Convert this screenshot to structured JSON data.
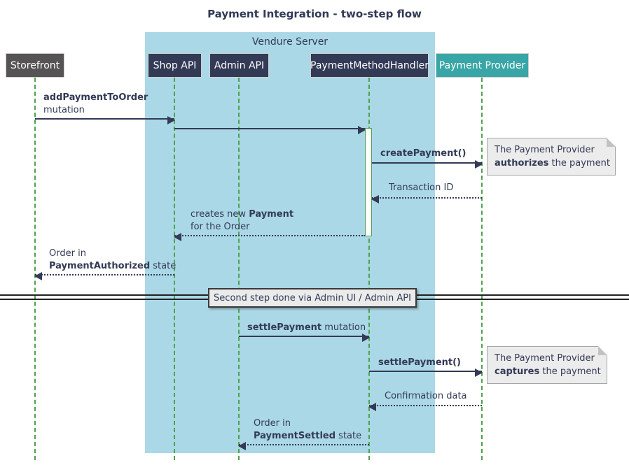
{
  "title": "Payment Integration - two-step flow",
  "colors": {
    "navy": "#333A56",
    "gray": "#555353",
    "teal": "#38A6A6",
    "lightblue": "#ABD8E6",
    "green": "#4EA24E",
    "noteBg": "#ECECEC"
  },
  "container": {
    "label": "Vendure Server"
  },
  "participants": [
    {
      "name": "Storefront"
    },
    {
      "name": "Shop API"
    },
    {
      "name": "Admin API"
    },
    {
      "name": "PaymentMethodHandler"
    },
    {
      "name": "Payment Provider"
    }
  ],
  "messages": {
    "m1": {
      "bold": "addPaymentToOrder",
      "plain": "mutation"
    },
    "m3": {
      "bold": "createPayment()"
    },
    "m4": {
      "plain": "Transaction ID"
    },
    "m5": {
      "pre": "creates new ",
      "bold": "Payment",
      "line2": "for the Order"
    },
    "m6": {
      "line1": "Order in",
      "bold": "PaymentAuthorized",
      "post": " state"
    },
    "m7": {
      "bold": "settlePayment",
      "post": " mutation"
    },
    "m8": {
      "bold": "settlePayment()"
    },
    "m9": {
      "plain": "Confirmation data"
    },
    "m10": {
      "line1": "Order in",
      "bold": "PaymentSettled",
      "post": " state"
    }
  },
  "notes": {
    "n1": {
      "line1": "The Payment Provider",
      "bold": "authorizes",
      "post": " the payment"
    },
    "n2": {
      "line1": "The Payment Provider",
      "bold": "captures",
      "post": " the payment"
    }
  },
  "divider": {
    "label": "Second step done via Admin UI / Admin API"
  }
}
